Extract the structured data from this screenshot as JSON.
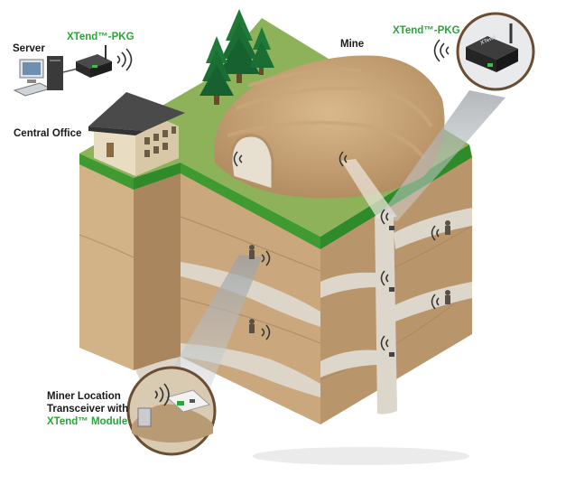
{
  "labels": {
    "server": "Server",
    "central_office": "Central Office",
    "mine": "Mine",
    "xtend_pkg_left": "XTend™-PKG",
    "xtend_pkg_right": "XTend™-PKG",
    "miner_line1": "Miner Location",
    "miner_line2": "Transceiver with",
    "miner_line3": "XTend™ Module"
  },
  "device": {
    "brand_text": "XTend"
  },
  "icons": [
    "server-icon",
    "xtend-pkg-modem-icon",
    "wireless-signal-icon",
    "miner-figure-icon",
    "transceiver-module-icon",
    "pine-tree-icon"
  ],
  "colors": {
    "grass": "#8db25a",
    "grass_edge": "#3f9a32",
    "soil": "#c8a57a",
    "soil_dark": "#a9865e",
    "tunnel": "#ddd6ca",
    "label_green": "#2aa63a",
    "device": "#2b2b2b"
  }
}
